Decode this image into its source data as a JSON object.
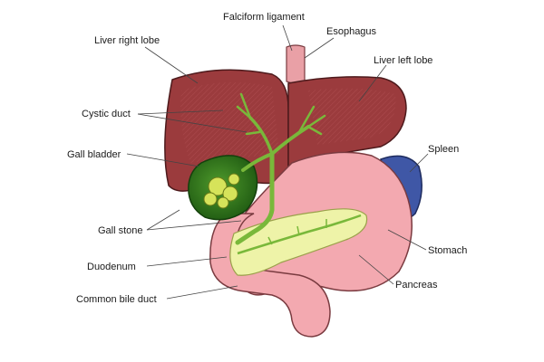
{
  "diagram": {
    "labels": {
      "falciform_ligament": "Falciform ligament",
      "esophagus": "Esophagus",
      "liver_right_lobe": "Liver right lobe",
      "liver_left_lobe": "Liver left lobe",
      "cystic_duct": "Cystic duct",
      "gall_bladder": "Gall bladder",
      "spleen": "Spleen",
      "gall_stone": "Gall stone",
      "stomach": "Stomach",
      "duodenum": "Duodenum",
      "pancreas": "Pancreas",
      "common_bile_duct": "Common bile duct"
    },
    "colors": {
      "liver": "#9b3b3d",
      "liver_hatch": "#c05a5c",
      "esophagus": "#e9a0a6",
      "stomach": "#f3a9b0",
      "stomach_dark": "#d77d87",
      "spleen": "#3f57a6",
      "gall_bladder": "#2f7a1c",
      "gall_stone": "#d6e35a",
      "bile_duct": "#79b83a",
      "pancreas": "#eef3a8"
    }
  }
}
